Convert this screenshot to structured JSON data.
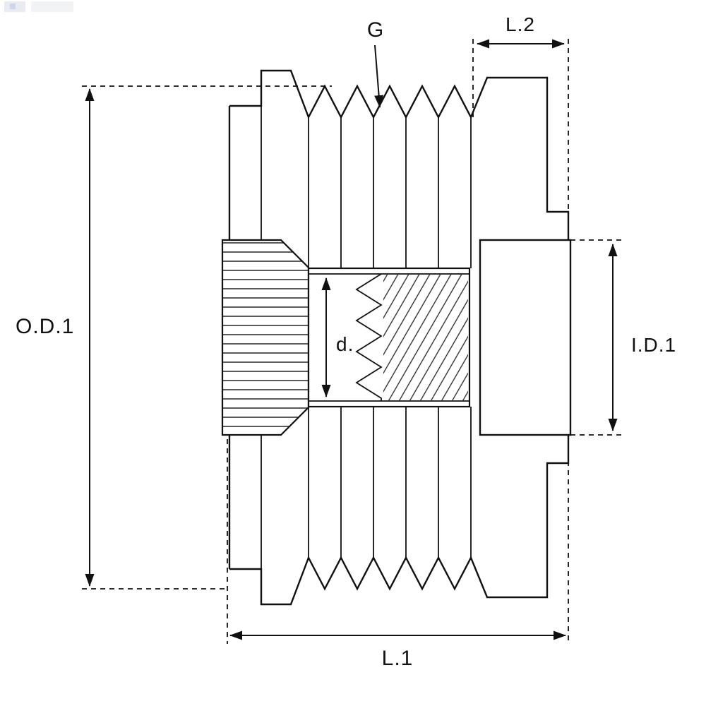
{
  "diagram": {
    "labels": {
      "outer_diameter": "O.D.1",
      "inner_diameter": "I.D.1",
      "length_total": "L.1",
      "length_offset": "L.2",
      "groove": "G",
      "bore_diameter": "d."
    },
    "colors": {
      "line": "#1a1a1a",
      "background": "#ffffff"
    }
  }
}
